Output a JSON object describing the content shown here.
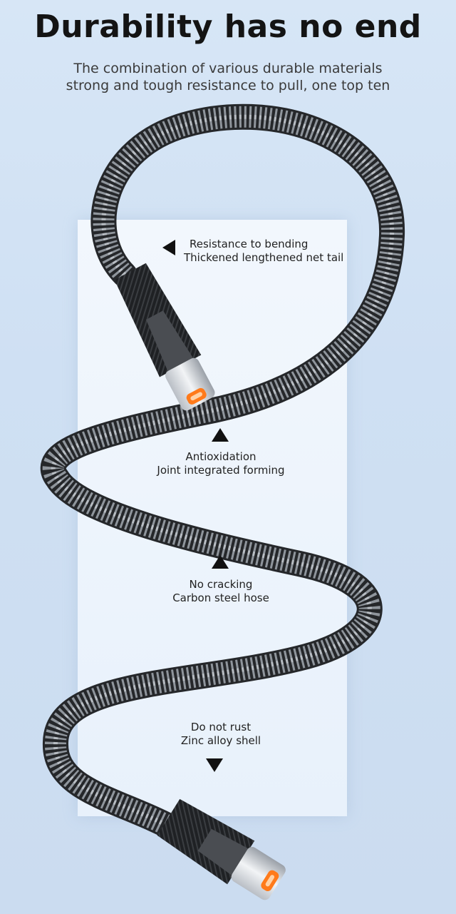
{
  "header": {
    "title": "Durability has no end",
    "subtitle_line1": "The combination of various durable materials",
    "subtitle_line2": "strong and tough resistance to pull, one top ten"
  },
  "features": [
    {
      "line1": "Resistance to bending",
      "line2": "Thickened lengthened net tail",
      "arrow": "left"
    },
    {
      "line1": "Antioxidation",
      "line2": "Joint integrated forming",
      "arrow": "up"
    },
    {
      "line1": "No cracking",
      "line2": "Carbon steel hose",
      "arrow": "up"
    },
    {
      "line1": "Do not rust",
      "line2": "Zinc alloy shell",
      "arrow": "down"
    }
  ],
  "colors": {
    "cable_dark": "#2b2d30",
    "cable_light": "#8a8f96",
    "connector_plug": "#ff7a1a",
    "panel": "#eef5fc",
    "background": "#d2e2f4"
  },
  "icons": [
    "arrow-left-icon",
    "arrow-up-icon",
    "arrow-down-icon",
    "usb-c-connector-icon"
  ]
}
